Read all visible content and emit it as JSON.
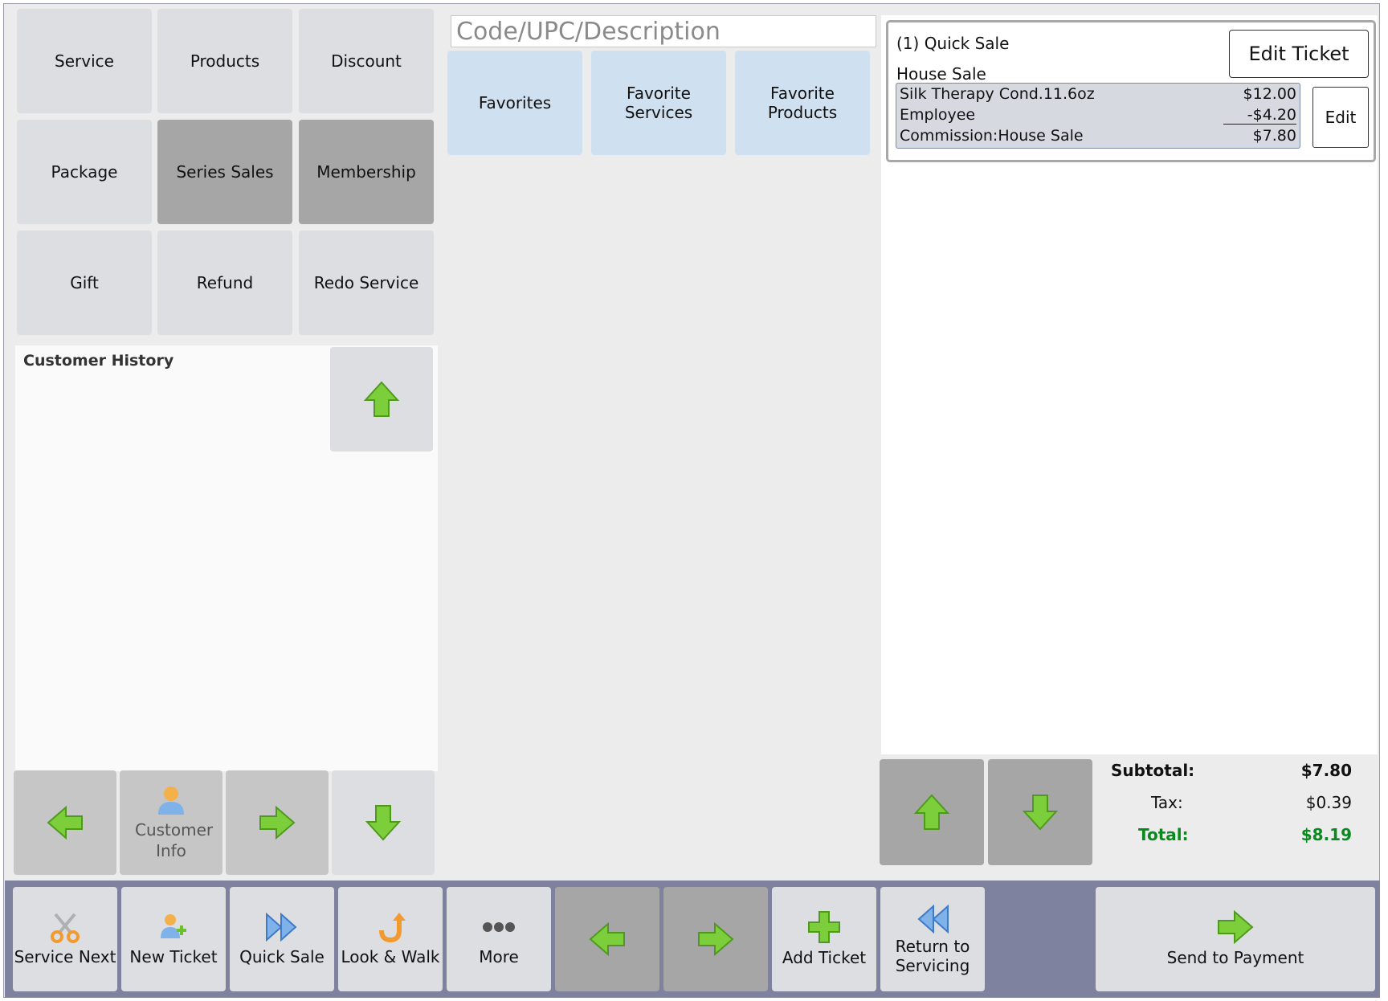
{
  "category_buttons": [
    {
      "label": "Service",
      "style": "light"
    },
    {
      "label": "Products",
      "style": "light"
    },
    {
      "label": "Discount",
      "style": "light"
    },
    {
      "label": "Package",
      "style": "light"
    },
    {
      "label": "Series Sales",
      "style": "dark"
    },
    {
      "label": "Membership",
      "style": "dark"
    },
    {
      "label": "Gift",
      "style": "light"
    },
    {
      "label": "Refund",
      "style": "light"
    },
    {
      "label": "Redo Service",
      "style": "light"
    }
  ],
  "customer_history": {
    "title": "Customer History"
  },
  "customer_nav": {
    "customer_info_label": "Customer Info"
  },
  "search": {
    "placeholder": "Code/UPC/Description"
  },
  "favorite_tabs": [
    {
      "label": "Favorites"
    },
    {
      "label": "Favorite Services"
    },
    {
      "label": "Favorite Products"
    }
  ],
  "ticket": {
    "title": "(1) Quick Sale",
    "subtitle": "House Sale",
    "edit_ticket_label": "Edit Ticket",
    "edit_line_label": "Edit",
    "line_item": {
      "name": "Silk Therapy Cond.11.6oz",
      "price": "$12.00",
      "discount_label": "Employee",
      "discount_value": "-$4.20",
      "commission_label": "Commission:House Sale",
      "net": "$7.80"
    }
  },
  "totals": {
    "subtotal_label": "Subtotal:",
    "subtotal_value": "$7.80",
    "tax_label": "Tax:",
    "tax_value": "$0.39",
    "total_label": "Total:",
    "total_value": "$8.19",
    "total_color": "#0a8a1e"
  },
  "bottom_bar": {
    "service_next": "Service Next",
    "new_ticket": "New Ticket",
    "quick_sale": "Quick Sale",
    "look_walk": "Look & Walk",
    "more": "More",
    "add_ticket": "Add Ticket",
    "return_to_servicing_line1": "Return to",
    "return_to_servicing_line2": "Servicing",
    "send_to_payment": "Send to Payment"
  },
  "colors": {
    "accent_green": "#6cc02a",
    "bottom_bar": "#7e829e",
    "favorite_tab": "#cfe0f0"
  }
}
